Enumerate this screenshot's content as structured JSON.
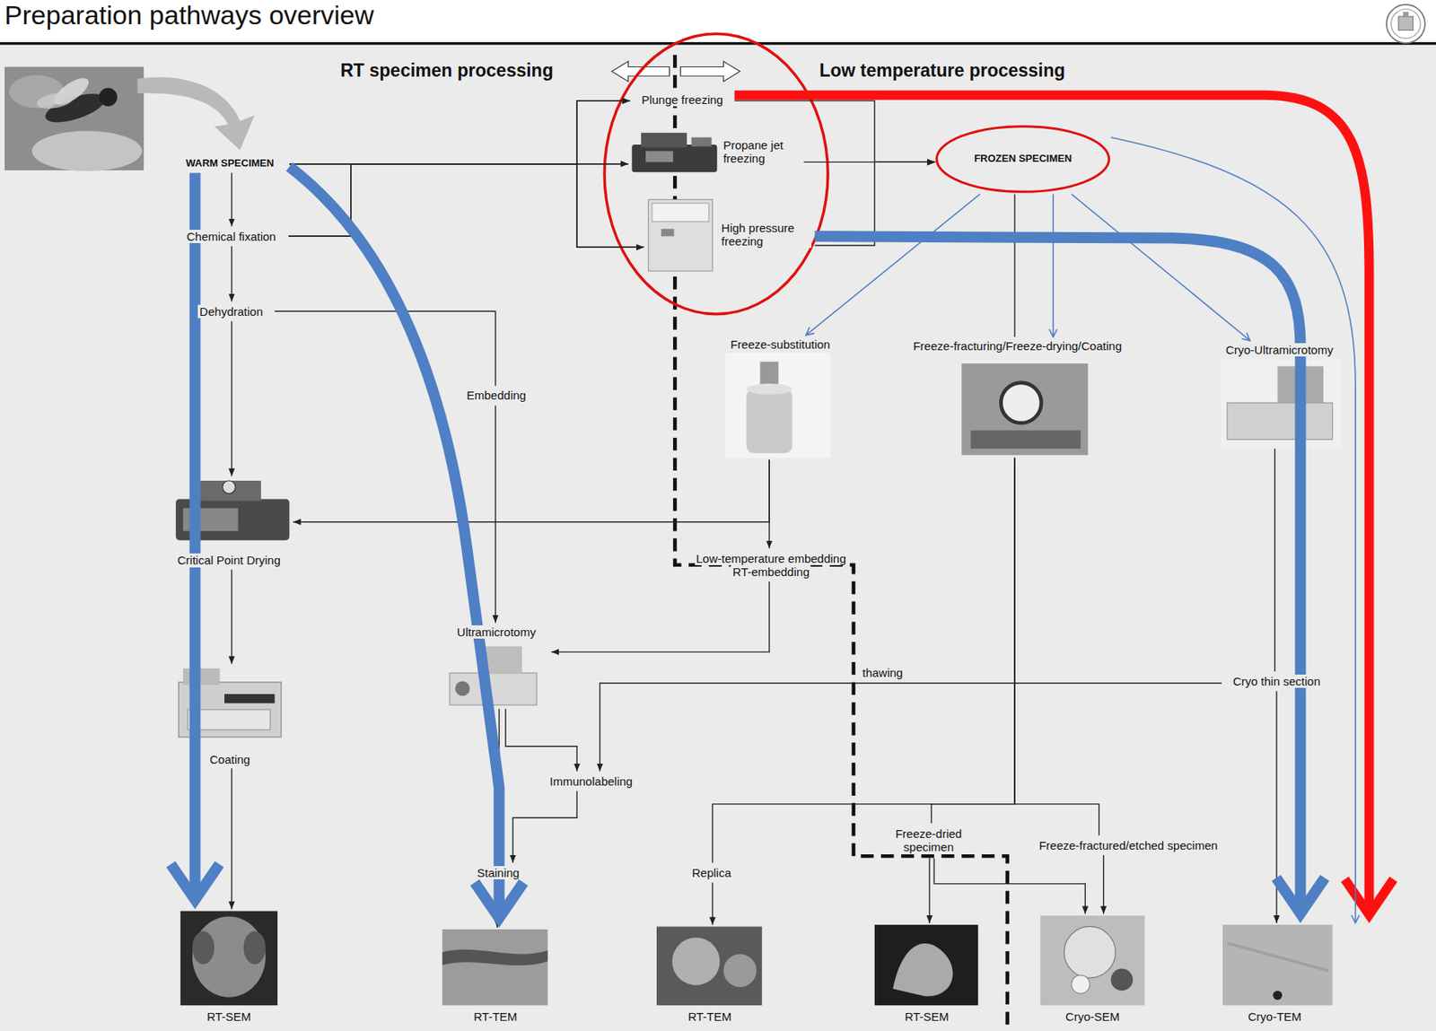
{
  "diagram": {
    "title": "Preparation pathways overview",
    "nodes": [
      {
        "text": [
          "WARM SPECIMEN"
        ]
      },
      {
        "text": [
          "Chemical fixation"
        ]
      },
      {
        "text": [
          "Dehydration"
        ]
      },
      {
        "text": [
          "Critical Point Drying"
        ]
      },
      {
        "text": [
          "Coating"
        ]
      },
      {
        "text": [
          "Embedding"
        ]
      },
      {
        "text": [
          "Ultramicrotomy"
        ]
      },
      {
        "text": [
          "Immunolabeling"
        ]
      },
      {
        "text": [
          "Staining"
        ]
      },
      {
        "text": [
          "RT-SEM"
        ]
      },
      {
        "text": [
          "RT-TEM"
        ]
      },
      {
        "text": [
          "Plunge freezing"
        ]
      },
      {
        "text": [
          "Propane jet freezing"
        ]
      },
      {
        "text": [
          "High pressure freezing"
        ]
      },
      {
        "text": [
          "FROZEN SPECIMEN"
        ]
      },
      {
        "text": [
          "Freeze-substitution"
        ]
      },
      {
        "text": [
          "Freeze-fracturing/Freeze-drying/Coating"
        ]
      },
      {
        "text": [
          "Cryo-Ultramicrotomy"
        ]
      },
      {
        "text": [
          "Low-temperature embedding",
          "RT-embedding"
        ]
      },
      {
        "text": [
          "Cryo thin section"
        ]
      },
      {
        "text": [
          "Replica"
        ]
      },
      {
        "text": [
          "Freeze-dried specimen"
        ]
      },
      {
        "text": [
          "Freeze-fractured/etched specimen"
        ]
      },
      {
        "text": [
          "RT-TEM"
        ]
      },
      {
        "text": [
          "RT-SEM"
        ]
      },
      {
        "text": [
          "Cryo-SEM"
        ]
      },
      {
        "text": [
          "Cryo-TEM"
        ]
      }
    ],
    "edges": [
      {
        "from": 0,
        "to": 1,
        "arrow": "to"
      },
      {
        "from": 1,
        "to": 2,
        "arrow": "to"
      },
      {
        "from": 2,
        "to": 3,
        "arrow": "to"
      },
      {
        "from": 3,
        "to": 4,
        "arrow": "to"
      },
      {
        "from": 4,
        "to": 9,
        "arrow": "to"
      },
      {
        "from": 2,
        "to": 5,
        "arrow": "none"
      },
      {
        "from": 5,
        "to": 6,
        "arrow": "to"
      },
      {
        "from": 6,
        "to": 7,
        "arrow": "to"
      },
      {
        "from": 6,
        "to": 8,
        "arrow": "to"
      },
      {
        "from": 7,
        "to": 8,
        "arrow": "to"
      },
      {
        "from": 8,
        "to": 10,
        "arrow": "to"
      },
      {
        "from": 0,
        "to": 11,
        "arrow": "to"
      },
      {
        "from": 0,
        "to": 12,
        "arrow": "to"
      },
      {
        "from": 0,
        "to": 13,
        "arrow": "to"
      },
      {
        "from": 1,
        "to": 11,
        "arrow": "to"
      },
      {
        "from": 1,
        "to": 12,
        "arrow": "to"
      },
      {
        "from": 1,
        "to": 13,
        "arrow": "to"
      },
      {
        "from": 11,
        "to": 14,
        "arrow": "to"
      },
      {
        "from": 12,
        "to": 14,
        "arrow": "to"
      },
      {
        "from": 13,
        "to": 14,
        "arrow": "to"
      },
      {
        "from": 14,
        "to": 15,
        "arrow": "to"
      },
      {
        "from": 14,
        "to": 16,
        "arrow": "none"
      },
      {
        "from": 14,
        "to": 16,
        "arrow": "to"
      },
      {
        "from": 14,
        "to": 17,
        "arrow": "to"
      },
      {
        "from": 15,
        "to": 18,
        "arrow": "to"
      },
      {
        "from": 15,
        "to": 3,
        "arrow": "to"
      },
      {
        "from": 18,
        "to": 6,
        "arrow": "to"
      },
      {
        "from": 17,
        "to": 19,
        "arrow": "none"
      },
      {
        "from": 19,
        "to": 26,
        "arrow": "to"
      },
      {
        "from": 19,
        "to": 7,
        "label": "thawing",
        "arrow": "to"
      },
      {
        "from": 16,
        "to": 20,
        "arrow": "none"
      },
      {
        "from": 16,
        "to": 21,
        "arrow": "none"
      },
      {
        "from": 16,
        "to": 22,
        "arrow": "none"
      },
      {
        "from": 20,
        "to": 23,
        "arrow": "to"
      },
      {
        "from": 21,
        "to": 24,
        "arrow": "to"
      },
      {
        "from": 21,
        "to": 25,
        "arrow": "to"
      },
      {
        "from": 22,
        "to": 25,
        "arrow": "to"
      },
      {
        "from": 0,
        "to": 9,
        "arrow": "to"
      },
      {
        "from": 0,
        "to": 10,
        "arrow": "to"
      },
      {
        "from": 13,
        "to": 26,
        "arrow": "to"
      },
      {
        "from": 11,
        "to": 26,
        "arrow": "to"
      },
      {
        "from": 14,
        "to": 26,
        "arrow": "to"
      }
    ],
    "labels": [
      "RT specimen processing",
      "Low temperature processing"
    ]
  }
}
